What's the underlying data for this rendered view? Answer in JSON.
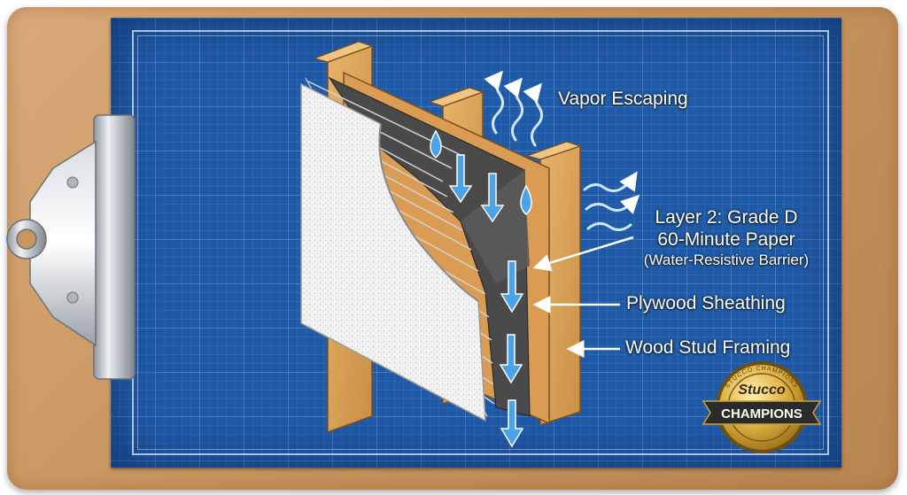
{
  "labels": {
    "vapor": "Vapor Escaping",
    "layer2_line1": "Layer 2: Grade D",
    "layer2_line2": "60-Minute Paper",
    "layer2_line3": "(Water-Resistive Barrier)",
    "plywood": "Plywood Sheathing",
    "stud": "Wood Stud Framing"
  },
  "badge": {
    "top_text": "Stucco",
    "main_text": "CHAMPIONS",
    "ring_text": "STUCCO CHAMPIONS"
  },
  "colors": {
    "blueprint": "#1f5aa8",
    "clipboard": "#c8955f",
    "wood": "#d9a35a",
    "membrane": "#4a4a4a",
    "water_arrow": "#4aa3e8",
    "badge_gold": "#d9a93a",
    "badge_ribbon": "#2b2b2b"
  }
}
